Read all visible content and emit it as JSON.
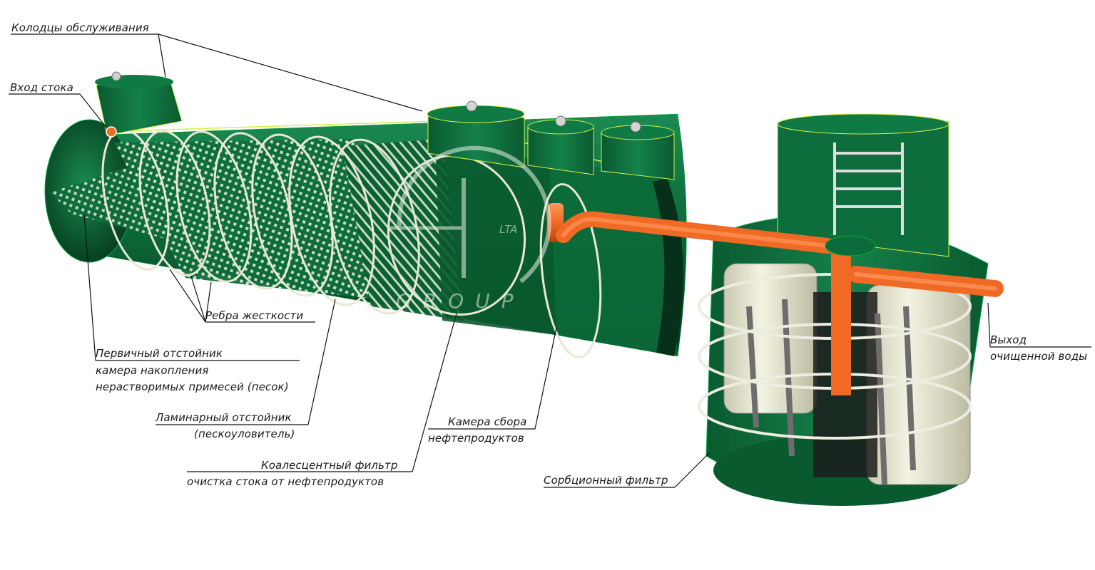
{
  "labels": {
    "service_wells": "Колодцы обслуживания",
    "inlet": "Вход стока",
    "ribs": "Ребра жесткости",
    "primary_settler": {
      "line1": "Первичный отстойник",
      "line2": "камера накопления",
      "line3": "нерастворимых примесей (песок)"
    },
    "laminar_settler": {
      "line1": "Ламинарный отстойник",
      "line2": "(пескоуловитель)"
    },
    "coalescent_filter": {
      "line1": "Коалесцентный фильтр",
      "line2": "очистка стока от нефтепродуктов"
    },
    "oil_chamber": {
      "line1": "Камера сбора",
      "line2": "нефтепродуктов"
    },
    "sorption_filter": "Сорбционный фильтр",
    "outlet": {
      "line1": "Выход",
      "line2": "очищенной воды"
    }
  },
  "watermark": {
    "top": "LTA",
    "bottom": "GROUP"
  },
  "colors": {
    "tank_green": "#0c6b3a",
    "tank_dark": "#063d20",
    "tank_light": "#1f8f55",
    "pipe_orange": "#f06a25",
    "rib_white": "#e8e8d8",
    "media_white": "#e6eee0",
    "cartridge": "#ecebd8"
  }
}
